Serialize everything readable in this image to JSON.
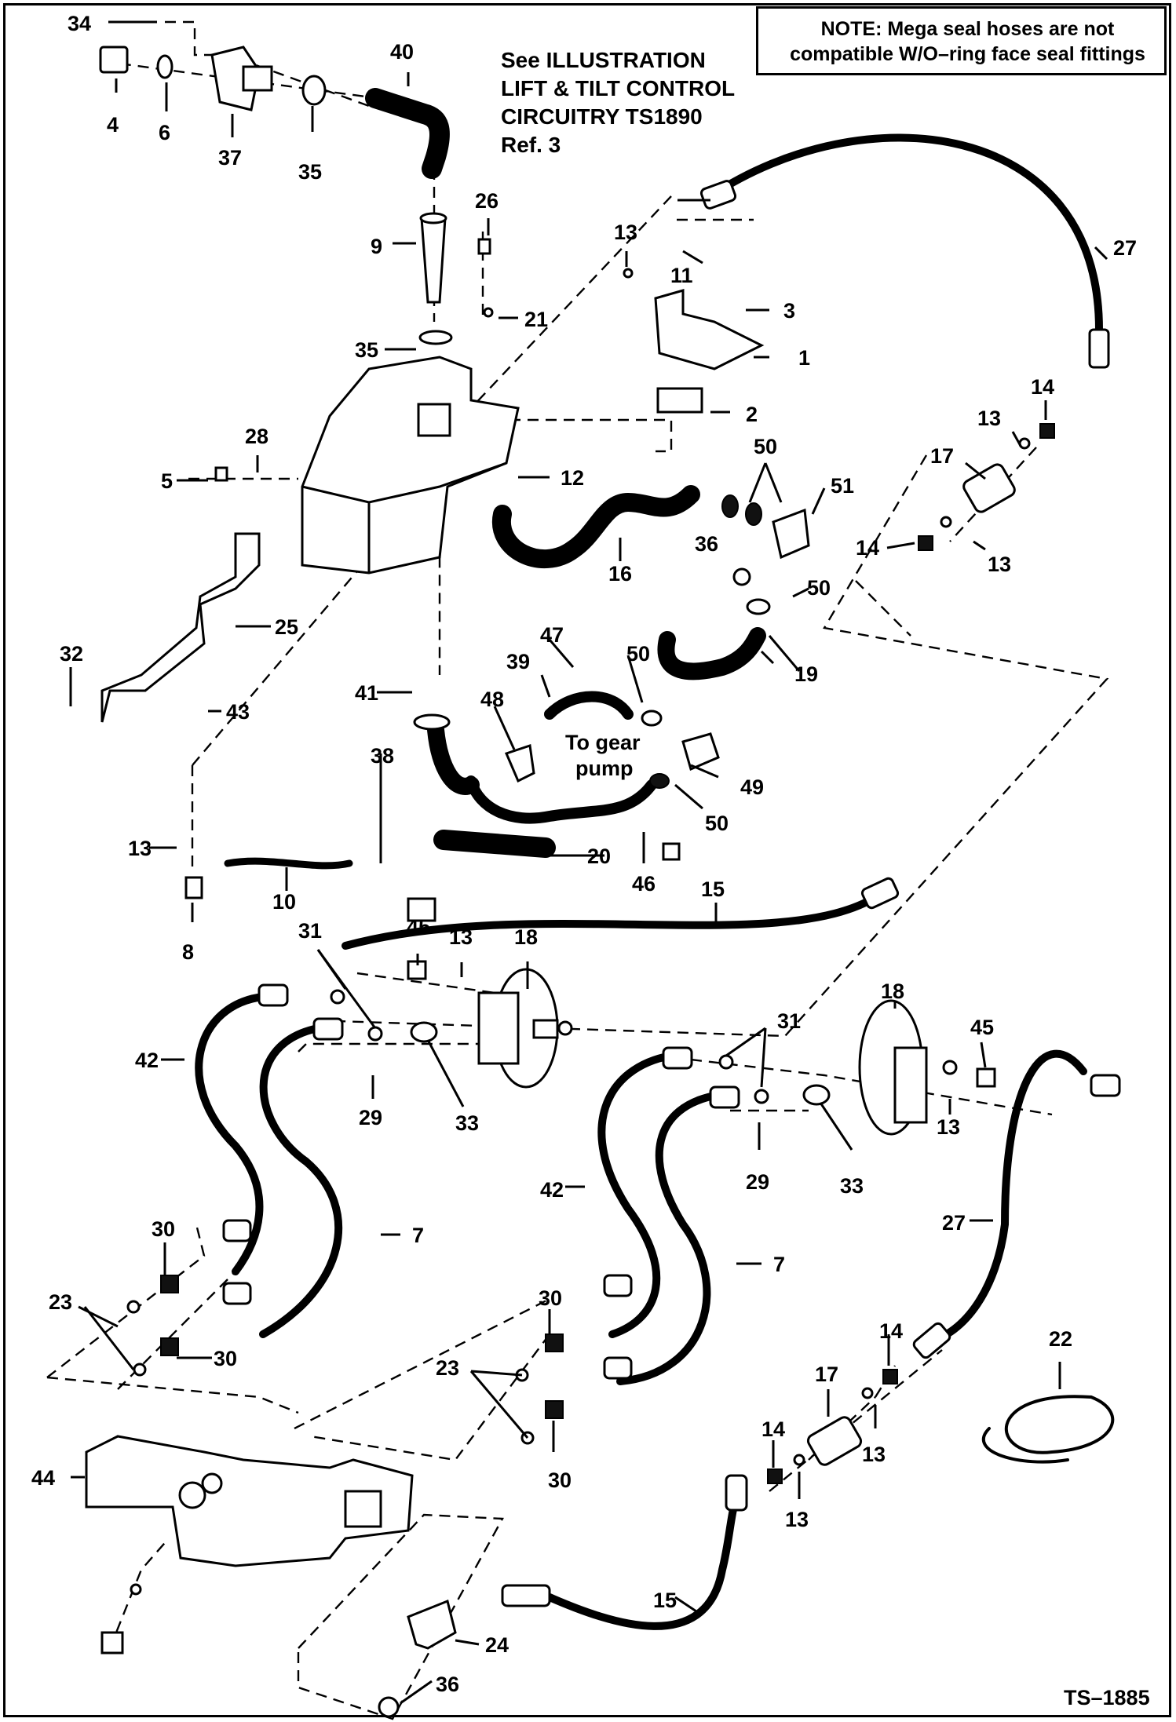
{
  "note": {
    "heading": "NOTE:",
    "text": "Mega seal hoses are not compatible W/O–ring face seal fittings"
  },
  "reference": {
    "line1": "See  ILLUSTRATION",
    "line2": "LIFT & TILT CONTROL",
    "line3": "CIRCUITRY TS1890",
    "line4": "Ref. 3"
  },
  "callouts": {
    "gear_pump_line1": "To gear",
    "gear_pump_line2": "pump"
  },
  "figure_id": "TS–1885",
  "part_numbers": [
    "1",
    "2",
    "3",
    "4",
    "5",
    "6",
    "7",
    "8",
    "9",
    "10",
    "11",
    "12",
    "13",
    "14",
    "15",
    "16",
    "17",
    "18",
    "19",
    "20",
    "21",
    "22",
    "23",
    "24",
    "25",
    "26",
    "27",
    "28",
    "29",
    "30",
    "31",
    "32",
    "33",
    "34",
    "35",
    "36",
    "37",
    "38",
    "39",
    "40",
    "41",
    "42",
    "43",
    "44",
    "45",
    "46",
    "47",
    "48",
    "49",
    "50",
    "51"
  ]
}
